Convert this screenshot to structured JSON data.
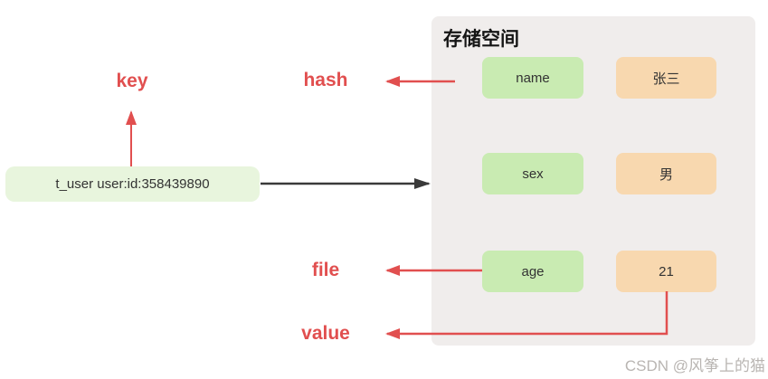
{
  "diagram": {
    "key_box": {
      "label": "t_user user:id:358439890"
    },
    "labels": {
      "key": "key",
      "hash": "hash",
      "file": "file",
      "value": "value"
    },
    "storage": {
      "title": "存储空间",
      "rows": [
        {
          "field": "name",
          "value": "张三"
        },
        {
          "field": "sex",
          "value": "男"
        },
        {
          "field": "age",
          "value": "21"
        }
      ]
    },
    "watermark": "CSDN @风筝上的猫",
    "colors": {
      "accent_red": "#e14f4f",
      "field_box_green": "#c9ebb2",
      "value_box_orange": "#f8d8af",
      "key_box_green": "#e8f5dd",
      "container_gray": "#f0edec",
      "arrow_black": "#3a3a3a",
      "watermark_gray": "#b9b5b2"
    }
  }
}
